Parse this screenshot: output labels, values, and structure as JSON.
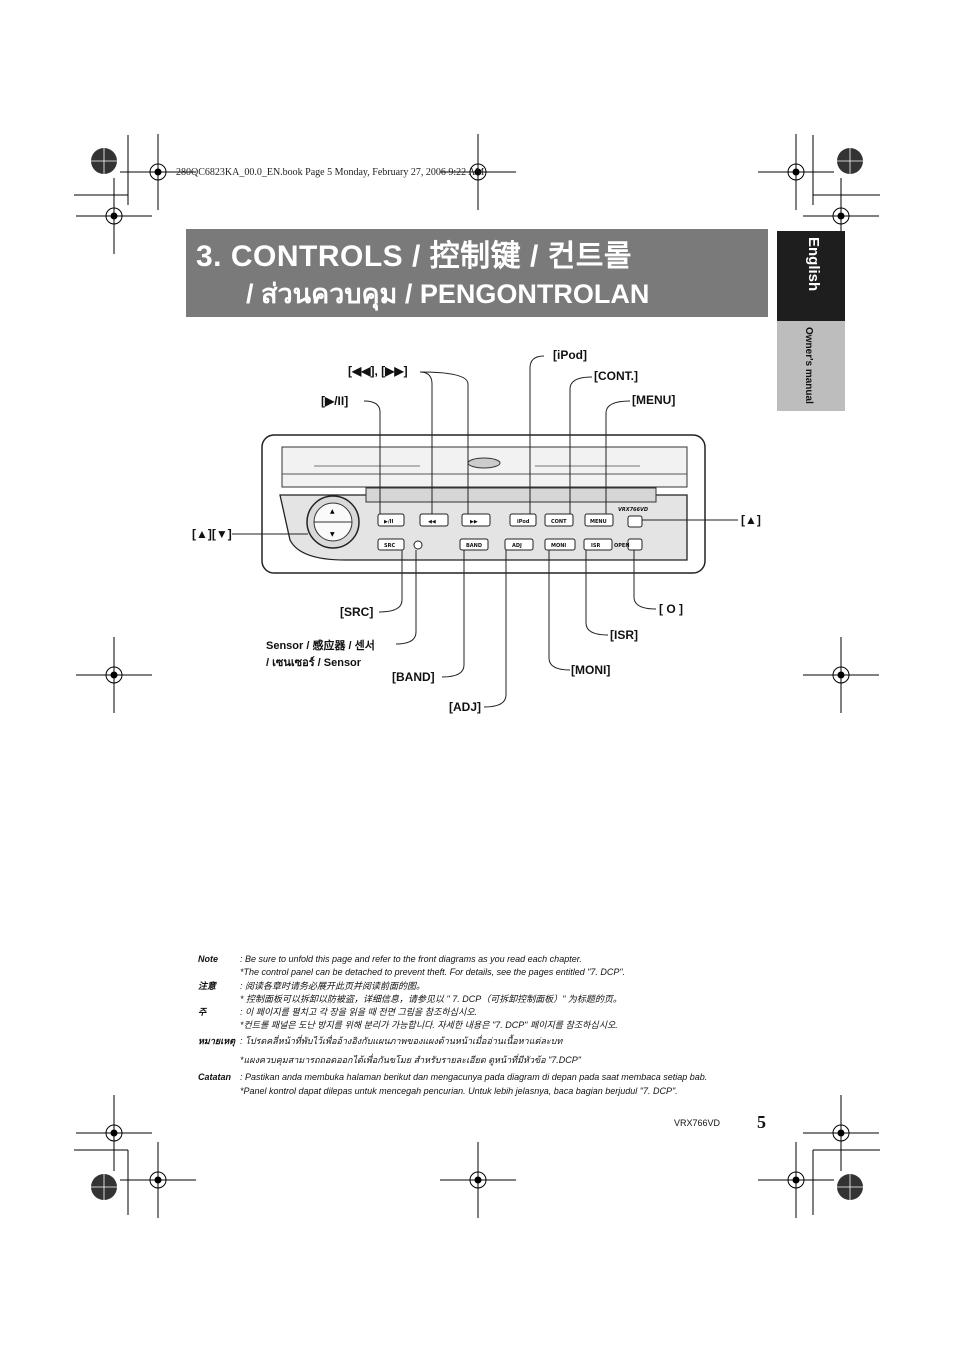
{
  "header_line": "280QC6823KA_00.0_EN.book  Page 5  Monday, February 27, 2006  9:22 AM",
  "title": {
    "line1": "3.  CONTROLS / 控制键 / 컨트롤",
    "line2": "/ ส่วนควบคุม / PENGONTROLAN"
  },
  "side_tab": {
    "language": "English",
    "manual": "Owner's manual"
  },
  "labels": {
    "prev_next": "[◀◀], [▶▶]",
    "play_pause": "[▶/II]",
    "ipod": "[iPod]",
    "cont": "[CONT.]",
    "menu": "[MENU]",
    "up_down": "[▲][▼]",
    "eject": "[▲]",
    "src": "[SRC]",
    "sensor_line1": "Sensor / 感应器 / 센서",
    "sensor_line2": "/ เซนเซอร์ / Sensor",
    "band": "[BAND]",
    "adj": "[ADJ]",
    "moni": "[MONI]",
    "isr": "[ISR]",
    "open": "[ O ]"
  },
  "panel_buttons": {
    "play": "▶/II",
    "prev": "◀◀",
    "next": "▶▶",
    "ipod": "iPod",
    "cont": "CONT",
    "menu": "MENU",
    "src": "SRC",
    "band": "BAND",
    "adj": "ADJ",
    "moni": "MONI",
    "isr": "ISR",
    "open": "OPEN",
    "model": "VRX766VD"
  },
  "notes": [
    {
      "key": "Note",
      "lines": [
        ": Be sure to unfold this page and refer to the front diagrams as you read each chapter.",
        "*The control panel can be detached to prevent theft. For details, see the pages entitled \"7. DCP\"."
      ]
    },
    {
      "key": "注意",
      "lines": [
        ": 阅读各章时请务必展开此页并阅读前面的图。",
        "* 控制面板可以拆卸以防被盗，详细信息，请参见以 \" 7. DCP（可拆卸控制面板）\" 为标题的页。"
      ]
    },
    {
      "key": "주",
      "lines": [
        ": 이 페이지를 펼치고 각 장을 읽을 때 전면 그림을 참조하십시오.",
        "*컨트롤 패널은 도난 방지를 위해 분리가 가능합니다. 자세한 내용은 \"7. DCP\" 페이지를 참조하십시오."
      ]
    },
    {
      "key": "หมายเหตุ",
      "lines": [
        ": โปรดคลี่หน้าที่พับไว้เพื่ออ้างอิงกับแผนภาพของแผงด้านหน้าเมื่ออ่านเนื้อหาแต่ละบท",
        "*แผงควบคุมสามารถถอดออกได้เพื่อกันขโมย สำหรับรายละเอียด ดูหน้าที่มีหัวข้อ \"7.DCP\""
      ]
    },
    {
      "key": "Catatan",
      "lines": [
        ": Pastikan anda membuka halaman berikut dan mengacunya pada diagram di depan pada saat membaca setiap bab.",
        "*Panel kontrol dapat dilepas untuk mencegah pencurian. Untuk lebih jelasnya, baca bagian berjudul \"7. DCP\"."
      ]
    }
  ],
  "footer": {
    "model": "VRX766VD",
    "page_number": "5"
  }
}
